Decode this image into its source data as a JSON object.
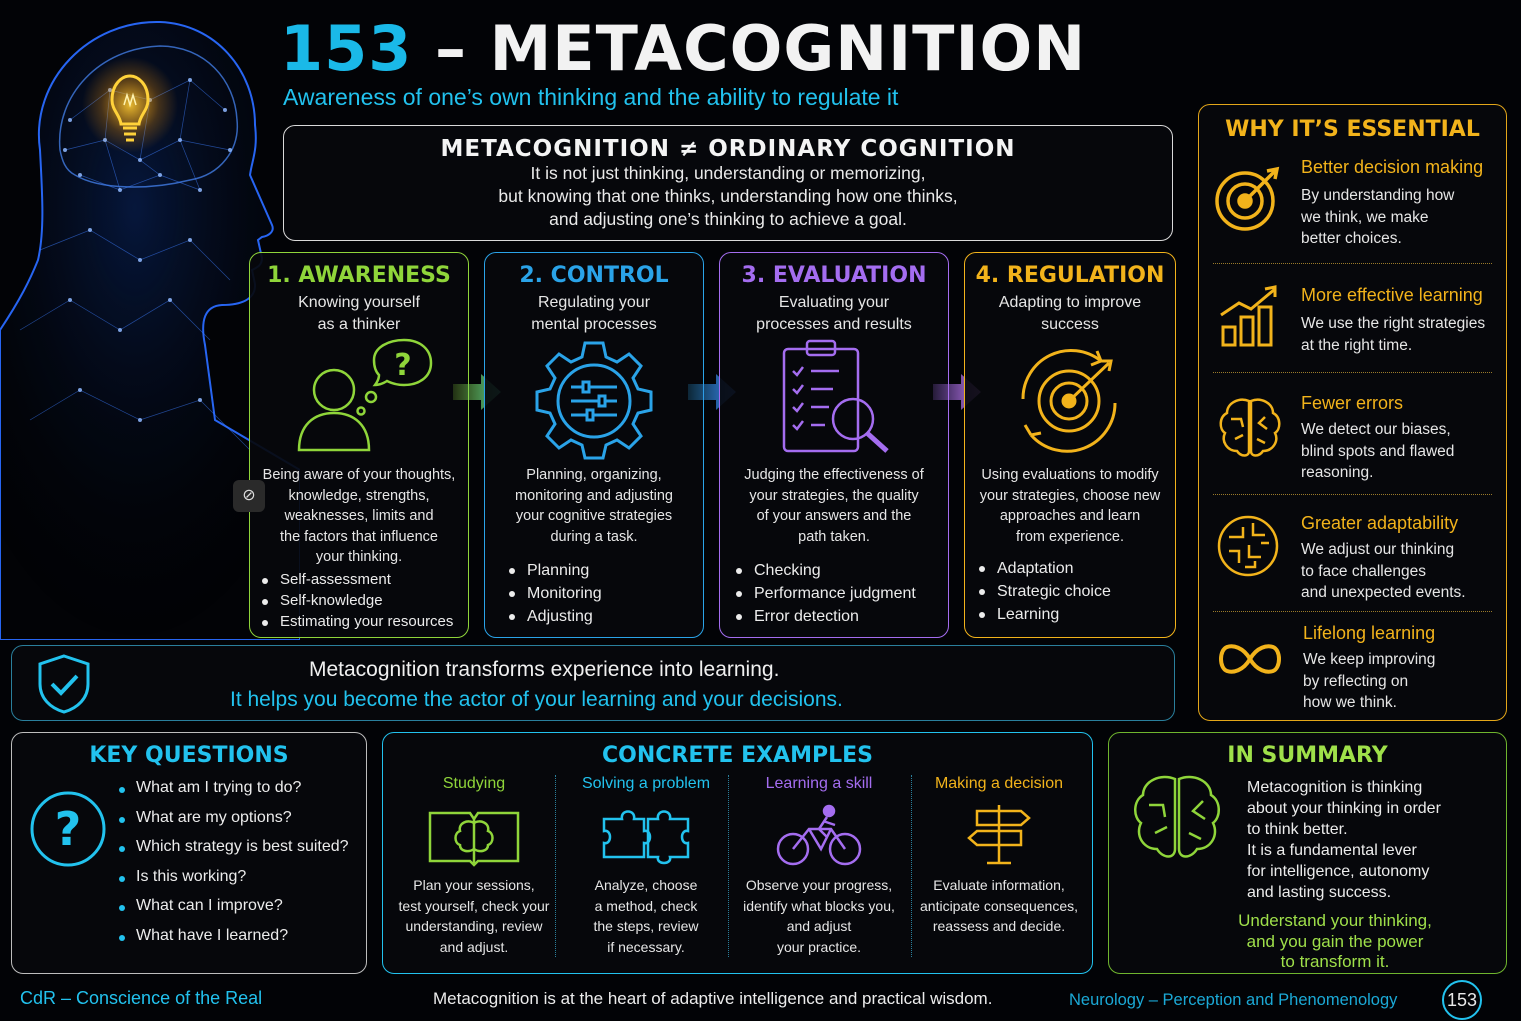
{
  "header": {
    "number": "153",
    "dash": " – ",
    "title": "METACOGNITION",
    "subtitle": "Awareness of one’s own thinking and the ability to regulate it"
  },
  "distinction": {
    "heading": "METACOGNITION ≠ ORDINARY COGNITION",
    "lines": [
      "It is not just thinking, understanding or memorizing,",
      "but knowing that one thinks, understanding how one thinks,",
      "and adjusting one’s thinking to achieve a goal."
    ]
  },
  "steps": [
    {
      "title": "1. AWARENESS",
      "tagline": [
        "Knowing yourself",
        "as a thinker"
      ],
      "description": [
        "Being aware of your thoughts,",
        "knowledge, strengths,",
        "weaknesses, limits and",
        "the factors that influence",
        "your thinking."
      ],
      "bullets": [
        "Self-assessment",
        "Self-knowledge",
        "Estimating your resources"
      ],
      "color": "#8fd53a",
      "icon": "person-question-icon"
    },
    {
      "title": "2. CONTROL",
      "tagline": [
        "Regulating your",
        "mental processes"
      ],
      "description": [
        "Planning, organizing,",
        "monitoring and adjusting",
        "your cognitive strategies",
        "during a task."
      ],
      "bullets": [
        "Planning",
        "Monitoring",
        "Adjusting"
      ],
      "color": "#2aa3e8",
      "icon": "gear-sliders-icon"
    },
    {
      "title": "3. EVALUATION",
      "tagline": [
        "Evaluating your",
        "processes and results"
      ],
      "description": [
        "Judging the effectiveness of",
        "your strategies, the quality",
        "of your answers and the",
        "path taken."
      ],
      "bullets": [
        "Checking",
        "Performance judgment",
        "Error detection"
      ],
      "color": "#a46df0",
      "icon": "checklist-magnifier-icon"
    },
    {
      "title": "4. REGULATION",
      "tagline": [
        "Adapting to improve",
        "success"
      ],
      "description": [
        "Using evaluations to modify",
        "your strategies, choose new",
        "approaches and learn",
        "from experience."
      ],
      "bullets": [
        "Adaptation",
        "Strategic choice",
        "Learning"
      ],
      "color": "#f2b31b",
      "icon": "target-cycle-icon"
    }
  ],
  "transform": {
    "line1": "Metacognition transforms experience into learning.",
    "line2": "It helps you become the actor of your learning and your decisions."
  },
  "why": {
    "heading": "WHY IT’S ESSENTIAL",
    "items": [
      {
        "title": "Better decision making",
        "desc": [
          "By understanding how",
          "we think, we make",
          "better choices."
        ],
        "icon": "target-icon"
      },
      {
        "title": "More effective learning",
        "desc": [
          "We use the right strategies",
          "at the right time."
        ],
        "icon": "growth-chart-icon"
      },
      {
        "title": "Fewer errors",
        "desc": [
          "We detect our biases,",
          "blind spots and flawed",
          "reasoning."
        ],
        "icon": "brain-icon"
      },
      {
        "title": "Greater adaptability",
        "desc": [
          "We adjust our thinking",
          "to face challenges",
          "and unexpected events."
        ],
        "icon": "maze-icon"
      },
      {
        "title": "Lifelong learning",
        "desc": [
          "We keep improving",
          "by reflecting on",
          "how we think."
        ],
        "icon": "infinity-icon"
      }
    ]
  },
  "key_questions": {
    "heading": "KEY QUESTIONS",
    "items": [
      "What am I trying to do?",
      "What are my options?",
      "Which strategy is best suited?",
      "Is this working?",
      "What can I improve?",
      "What have I learned?"
    ]
  },
  "examples": {
    "heading": "CONCRETE EXAMPLES",
    "items": [
      {
        "title": "Studying",
        "desc": [
          "Plan your sessions,",
          "test yourself, check your",
          "understanding, review",
          "and adjust."
        ],
        "color": "#8fd53a",
        "icon": "book-brain-icon"
      },
      {
        "title": "Solving a problem",
        "desc": [
          "Analyze, choose",
          "a method, check",
          "the steps, review",
          "if necessary."
        ],
        "color": "#22c2ee",
        "icon": "puzzle-icon"
      },
      {
        "title": "Learning a skill",
        "desc": [
          "Observe your progress,",
          "identify what blocks you,",
          "and adjust",
          "your practice."
        ],
        "color": "#a46df0",
        "icon": "cyclist-icon"
      },
      {
        "title": "Making a decision",
        "desc": [
          "Evaluate information,",
          "anticipate consequences,",
          "reassess and decide."
        ],
        "color": "#f2b31b",
        "icon": "signpost-icon"
      }
    ]
  },
  "summary": {
    "heading": "IN SUMMARY",
    "desc": [
      "Metacognition is thinking",
      "about your thinking in order",
      "to think better.",
      "It is a fundamental lever",
      "for intelligence, autonomy",
      "and lasting success."
    ],
    "conclusion": [
      "Understand your thinking,",
      "and you gain the power",
      "to transform it."
    ]
  },
  "footer": {
    "left": "CdR – Conscience of the Real",
    "middle": "Metacognition is at the heart of adaptive intelligence and practical wisdom.",
    "right": "Neurology – Perception and Phenomenology",
    "badge": "153"
  },
  "small_button": "⊘"
}
